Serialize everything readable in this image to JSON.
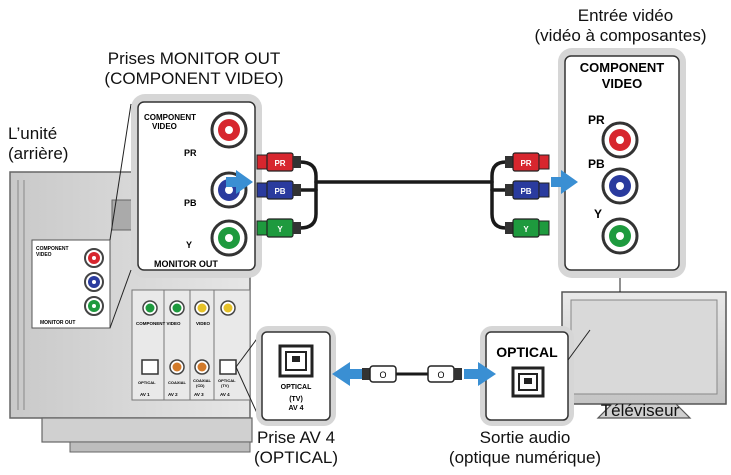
{
  "labels": {
    "monitor_out_title": "Prises MONITOR OUT",
    "monitor_out_sub": "(COMPONENT VIDEO)",
    "unit_title": "L’unité",
    "unit_sub": "(arrière)",
    "video_input_title": "Entrée vidéo",
    "video_input_sub": "(vidéo à composantes)",
    "av4_title": "Prise AV 4",
    "av4_sub": "(OPTICAL)",
    "audio_out_title": "Sortie audio",
    "audio_out_sub": "(optique numérique)",
    "tv_label": "Téléviseur"
  },
  "monitor_panel": {
    "header_line1": "COMPONENT",
    "header_line2": "VIDEO",
    "pr": "PR",
    "pb": "PB",
    "y": "Y",
    "footer": "MONITOR OUT"
  },
  "tv_panel": {
    "header_line1": "COMPONENT",
    "header_line2": "VIDEO",
    "pr": "PR",
    "pb": "PB",
    "y": "Y"
  },
  "optical_panel": {
    "line1": "OPTICAL",
    "line2": "(TV)",
    "line3": "AV 4"
  },
  "tv_optical_panel": {
    "label": "OPTICAL"
  },
  "plugs": {
    "pr": "PR",
    "pb": "PB",
    "y": "Y",
    "optical": "O"
  },
  "unit_small": {
    "header_line1": "COMPONENT",
    "header_line2": "VIDEO",
    "footer": "MONITOR OUT",
    "component_label": "COMPONENT VIDEO",
    "video_label": "VIDEO",
    "av1": "AV 1",
    "av2": "AV 2",
    "av3": "AV 3",
    "av4": "AV 4",
    "optical": "OPTICAL",
    "coaxial": "COAXIAL",
    "coaxial_cd": "(CD)",
    "tv": "(TV)"
  },
  "colors": {
    "pr": "#d7262e",
    "pb": "#2a3b9e",
    "y": "#1e9a3e",
    "arrow": "#3a8fd3",
    "cable": "#1a1a1a",
    "device_gray": "#cfcfcf"
  }
}
